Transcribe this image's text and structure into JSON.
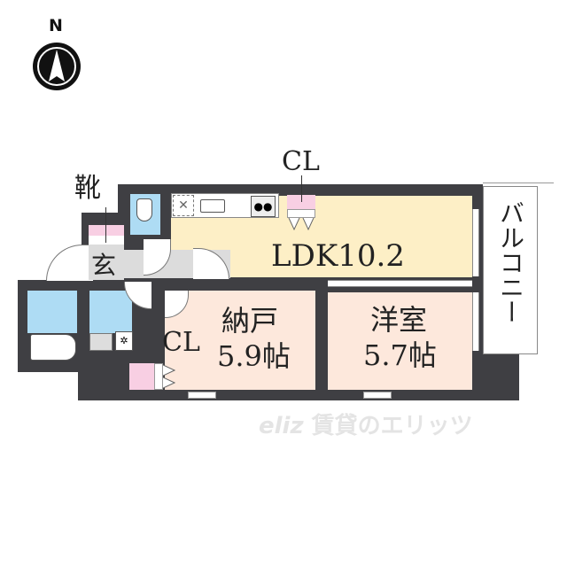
{
  "compass": {
    "label": "N",
    "icon": "north-arrow-icon"
  },
  "rooms": {
    "ldk": {
      "label": "LDK10.2",
      "color": "#fdefc6"
    },
    "storage": {
      "name": "納戸",
      "size": "5.9帖",
      "color": "#fde8dc"
    },
    "western": {
      "name": "洋室",
      "size": "5.7帖",
      "color": "#fde8dc"
    },
    "balcony": {
      "label": "バルコニー"
    },
    "entrance": {
      "label": "玄"
    },
    "shoe_closet": {
      "label": "靴"
    },
    "bath": {
      "color": "#aedcf4"
    },
    "washroom": {
      "color": "#aedcf4"
    },
    "toilet": {
      "color": "#aedcf4"
    }
  },
  "closets": {
    "ldk_closet": {
      "label": "CL",
      "color": "#f8cfe3"
    },
    "storage_closet": {
      "label": "CL",
      "color": "#f8cfe3"
    }
  },
  "watermark": {
    "logo": "eliz",
    "text": "賃貸のエリッツ"
  },
  "colors": {
    "wall": "#3f3f43",
    "hall": "#dcdcdc"
  }
}
